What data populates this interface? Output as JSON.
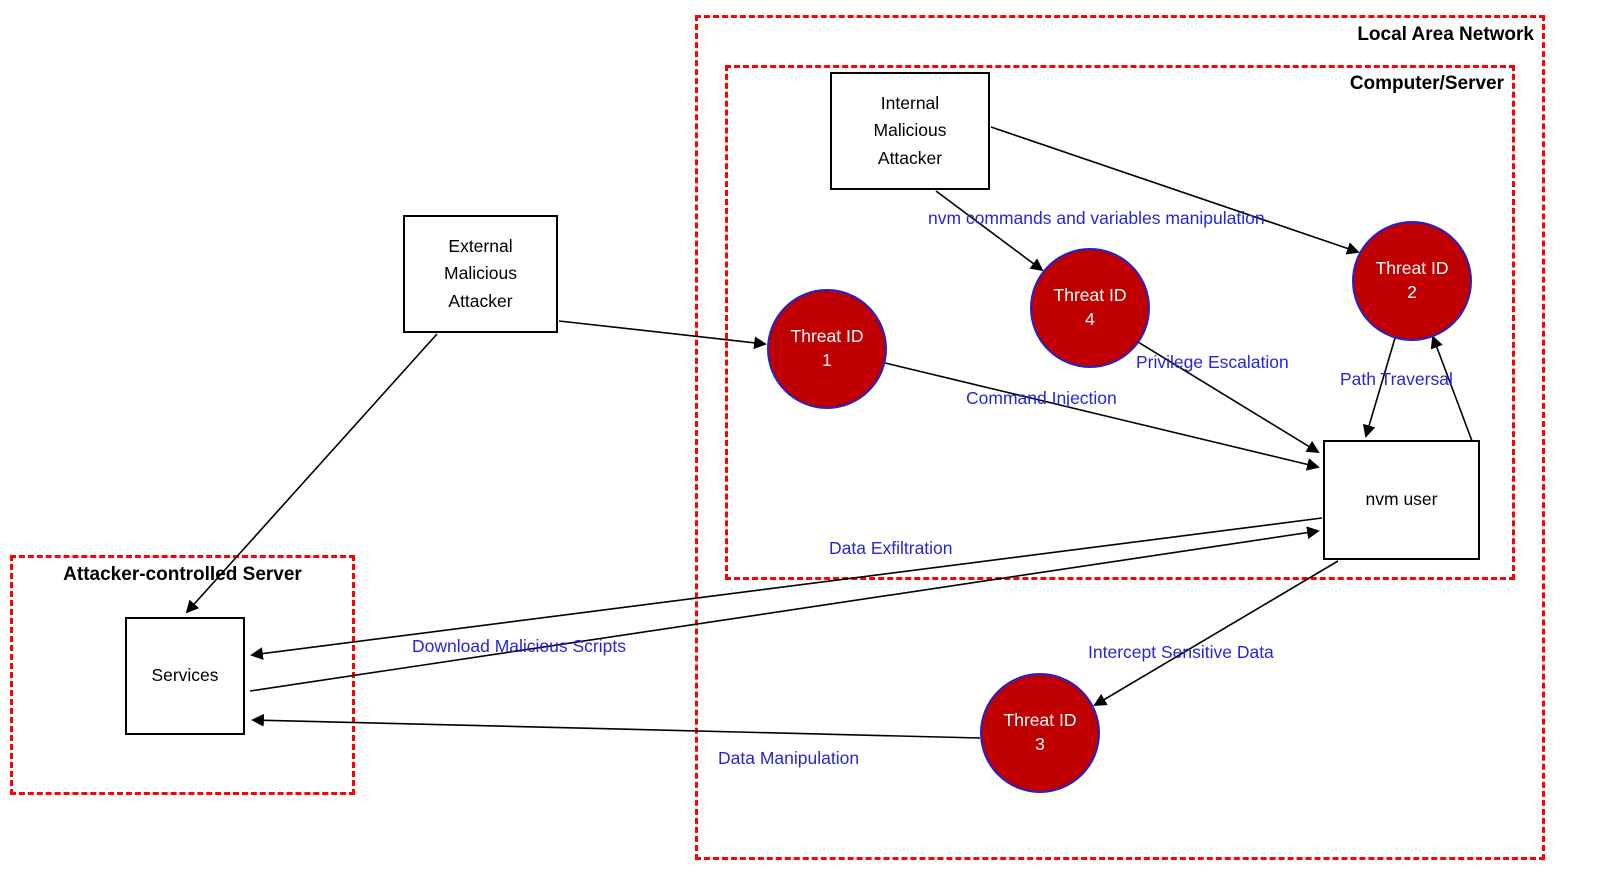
{
  "diagram": {
    "type": "threat-model-data-flow-diagram",
    "boundaries": {
      "lan": {
        "label": "Local Area Network"
      },
      "computer": {
        "label": "Computer/Server"
      },
      "attacker_server": {
        "label": "Attacker-controlled Server"
      }
    },
    "nodes": {
      "internal_attacker": {
        "label": "Internal\nMalicious\nAttacker"
      },
      "external_attacker": {
        "label": "External\nMalicious\nAttacker"
      },
      "nvm_user": {
        "label": "nvm user"
      },
      "services": {
        "label": "Services"
      }
    },
    "threats": {
      "t1": {
        "title": "Threat ID",
        "number": "1"
      },
      "t2": {
        "title": "Threat ID",
        "number": "2"
      },
      "t3": {
        "title": "Threat ID",
        "number": "3"
      },
      "t4": {
        "title": "Threat ID",
        "number": "4"
      }
    },
    "flows": {
      "nvm_commands": {
        "label": "nvm commands and variables manipulation",
        "from": "internal_attacker",
        "to": "t4"
      },
      "internal_to_t2": {
        "label": "",
        "from": "internal_attacker",
        "to": "t2"
      },
      "external_to_t1": {
        "label": "",
        "from": "external_attacker",
        "to": "t1"
      },
      "external_to_services": {
        "label": "",
        "from": "external_attacker",
        "to": "services"
      },
      "command_injection": {
        "label": "Command Injection",
        "from": "t1",
        "to": "nvm_user"
      },
      "privilege_escalation": {
        "label": "Privilege Escalation",
        "from": "t4",
        "to": "nvm_user"
      },
      "path_traversal": {
        "label": "Path Traversal",
        "from": "t2",
        "to": "nvm_user",
        "bidirectional": true
      },
      "data_exfiltration": {
        "label": "Data Exfiltration",
        "from": "nvm_user",
        "to": "services"
      },
      "download_malicious_scripts": {
        "label": "Download Malicious Scripts",
        "from": "services",
        "to": "nvm_user"
      },
      "intercept_sensitive_data": {
        "label": "Intercept Sensitive Data",
        "from": "nvm_user",
        "to": "t3"
      },
      "data_manipulation": {
        "label": "Data Manipulation",
        "from": "t3",
        "to": "services"
      }
    },
    "colors": {
      "boundary_stroke": "#ff0000",
      "threat_fill": "#c00000",
      "threat_stroke": "#2222cc",
      "flow_label_color": "#2626d6",
      "edge_stroke": "#000000"
    }
  }
}
